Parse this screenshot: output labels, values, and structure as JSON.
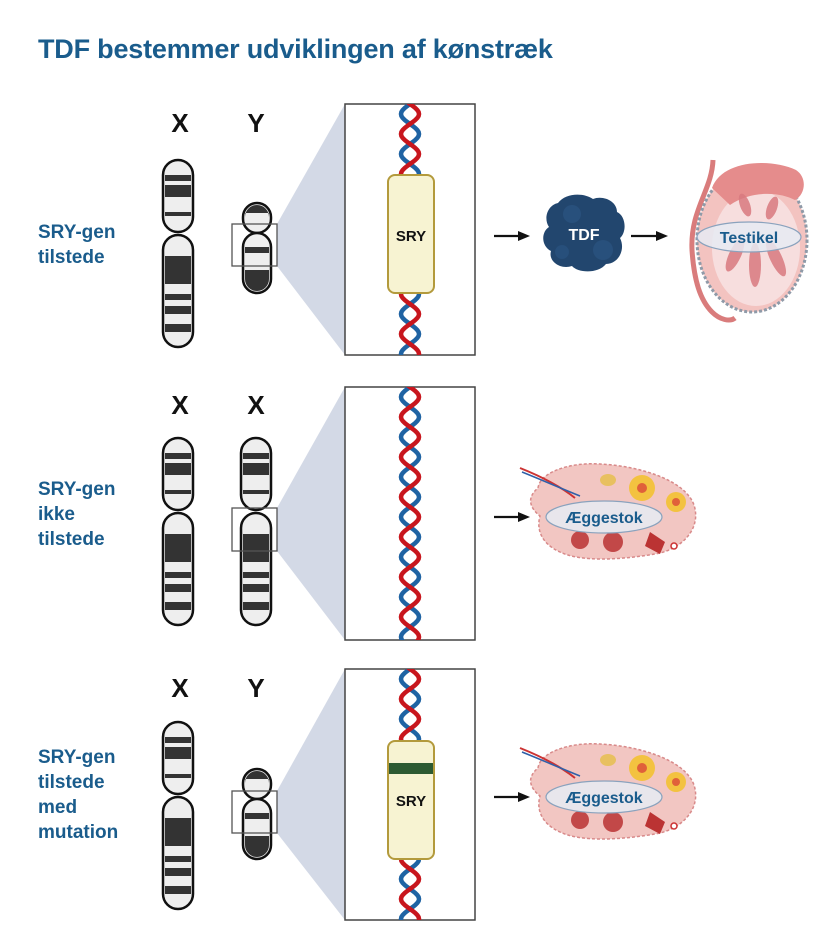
{
  "title": "TDF bestemmer udviklingen af kønstræk",
  "rows": [
    {
      "label_lines": [
        "SRY-gen",
        "tilstede"
      ],
      "chromosomes": [
        "X",
        "Y"
      ],
      "gene_label": "SRY",
      "gene_present": true,
      "mutation": false,
      "protein_label": "TDF",
      "organ_label": "Testikel",
      "organ": "testis"
    },
    {
      "label_lines": [
        "SRY-gen",
        "ikke",
        "tilstede"
      ],
      "chromosomes": [
        "X",
        "X"
      ],
      "gene_label": "",
      "gene_present": false,
      "mutation": false,
      "protein_label": "",
      "organ_label": "Æggestok",
      "organ": "ovary"
    },
    {
      "label_lines": [
        "SRY-gen",
        "tilstede",
        "med",
        "mutation"
      ],
      "chromosomes": [
        "X",
        "Y"
      ],
      "gene_label": "SRY",
      "gene_present": true,
      "mutation": true,
      "protein_label": "",
      "organ_label": "Æggestok",
      "organ": "ovary"
    }
  ],
  "colors": {
    "title": "#1a5c8c",
    "dna_red": "#c8161d",
    "dna_blue": "#1f63a3",
    "gene_fill": "#f7f3d2",
    "gene_border": "#b39a3c",
    "mutation_band": "#2d5a32",
    "tdf_protein": "#22466e",
    "zoom_cone": "#d3d9e6"
  }
}
